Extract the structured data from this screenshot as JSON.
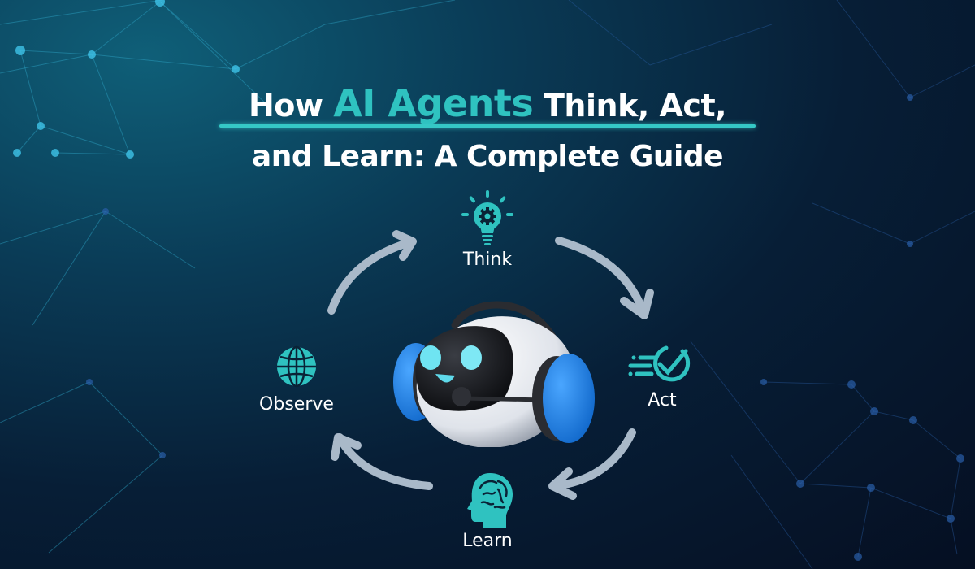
{
  "title": {
    "line1_prefix": "How",
    "line1_accent": "AI Agents",
    "line1_suffix": "Think, Act,",
    "line2": "and Learn: A Complete Guide"
  },
  "colors": {
    "accent": "#2fc2c0",
    "arrow": "#a9b9c9",
    "background_dark": "#050f22",
    "headphone_blue": "#1e7fe0"
  },
  "cycle": {
    "center": "robot-with-headset",
    "steps": [
      {
        "label": "Think",
        "icon": "lightbulb-gear-icon"
      },
      {
        "label": "Act",
        "icon": "speed-check-icon"
      },
      {
        "label": "Learn",
        "icon": "brain-head-icon"
      },
      {
        "label": "Observe",
        "icon": "globe-icon"
      }
    ]
  }
}
